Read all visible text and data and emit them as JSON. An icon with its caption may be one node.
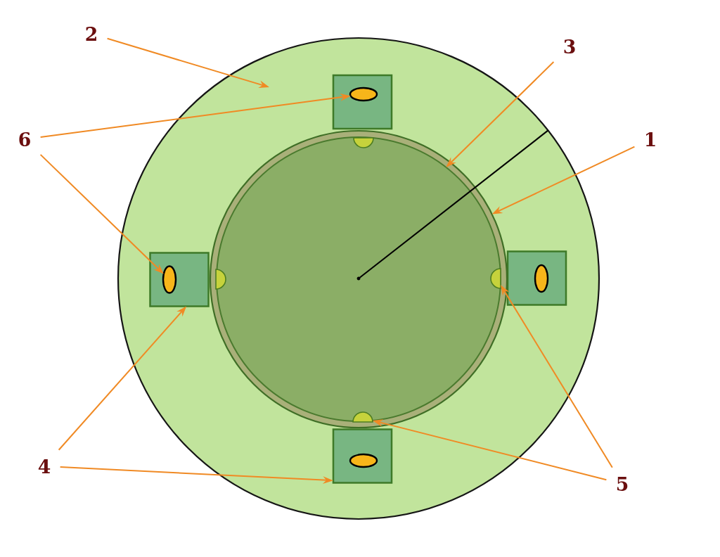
{
  "diagram": {
    "nodes": [
      {
        "text": [
          "2"
        ]
      },
      {
        "text": [
          "3"
        ]
      },
      {
        "text": [
          "6"
        ]
      },
      {
        "text": [
          "1"
        ]
      },
      {
        "text": [
          "4"
        ]
      },
      {
        "text": [
          "5"
        ]
      },
      {
        "text": [],
        "shape": "circle"
      },
      {
        "text": [],
        "shape": "box",
        "in": 6
      },
      {
        "text": [],
        "shape": "ellipse",
        "in": 7
      },
      {
        "text": [],
        "shape": "box",
        "in": 6
      },
      {
        "text": [],
        "shape": "ellipse",
        "in": 9
      },
      {
        "text": [],
        "shape": "box",
        "in": 6
      },
      {
        "text": [],
        "shape": "ellipse",
        "in": 11
      },
      {
        "text": [],
        "shape": "box",
        "in": 6
      },
      {
        "text": [],
        "shape": "ellipse",
        "in": 13
      },
      {
        "text": [],
        "shape": "circle",
        "in": 6
      },
      {
        "text": [],
        "shape": "circle",
        "in": 15
      },
      {
        "text": [],
        "shape": "semicircle",
        "in": 16
      },
      {
        "text": [],
        "shape": "semicircle",
        "in": 16
      },
      {
        "text": [],
        "shape": "semicircle",
        "in": 16
      },
      {
        "text": [],
        "shape": "semicircle",
        "in": 16
      }
    ],
    "edges": [
      {
        "from": 0,
        "to": 6,
        "arrow": "to"
      },
      {
        "from": 1,
        "to": 16,
        "arrow": "to"
      },
      {
        "from": 2,
        "to": 8,
        "arrow": "to"
      },
      {
        "from": 2,
        "to": 10,
        "arrow": "to"
      },
      {
        "from": 3,
        "to": 15,
        "arrow": "to"
      },
      {
        "from": 4,
        "to": 9,
        "arrow": "to"
      },
      {
        "from": 4,
        "to": 13,
        "arrow": "to"
      },
      {
        "from": 5,
        "to": 19,
        "arrow": "to"
      },
      {
        "from": 5,
        "to": 20,
        "arrow": "to"
      }
    ]
  }
}
